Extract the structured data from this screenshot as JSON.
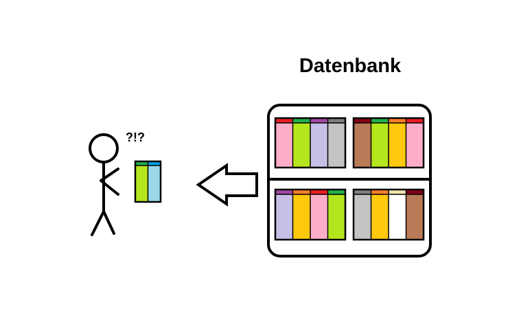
{
  "title": "Datenbank",
  "person": {
    "exclamation": "?!?"
  },
  "colors": {
    "outline": "#000000",
    "pink": "#ffaec9",
    "lime": "#b5e61d",
    "lavender": "#c8bfe7",
    "gray": "#c3c3c3",
    "brown": "#b97a57",
    "gold": "#ffc90e",
    "white": "#ffffff",
    "light_blue": "#99d9ea",
    "header_red": "#ed1c24",
    "header_green": "#22b14c",
    "header_purple": "#a349a4",
    "header_gray": "#7f7f7f",
    "header_maroon": "#880015",
    "header_orange": "#ff7f27",
    "header_cream": "#efe4b0",
    "header_blue": "#00a2e8"
  },
  "extracted_table": {
    "columns": [
      {
        "header": "header_green",
        "body": "lime"
      },
      {
        "header": "header_blue",
        "body": "light_blue"
      }
    ]
  },
  "database": {
    "tables": [
      {
        "name": "table-top-left",
        "columns": [
          {
            "header": "header_red",
            "body": "pink"
          },
          {
            "header": "header_green",
            "body": "lime"
          },
          {
            "header": "header_purple",
            "body": "lavender"
          },
          {
            "header": "header_gray",
            "body": "gray"
          }
        ]
      },
      {
        "name": "table-top-right",
        "columns": [
          {
            "header": "header_maroon",
            "body": "brown"
          },
          {
            "header": "header_green",
            "body": "lime"
          },
          {
            "header": "header_orange",
            "body": "gold"
          },
          {
            "header": "header_red",
            "body": "pink"
          }
        ]
      },
      {
        "name": "table-bottom-left",
        "columns": [
          {
            "header": "header_purple",
            "body": "lavender"
          },
          {
            "header": "header_orange",
            "body": "gold"
          },
          {
            "header": "header_red",
            "body": "pink"
          },
          {
            "header": "header_green",
            "body": "lime"
          }
        ]
      },
      {
        "name": "table-bottom-right",
        "columns": [
          {
            "header": "header_gray",
            "body": "gray"
          },
          {
            "header": "header_orange",
            "body": "gold"
          },
          {
            "header": "header_cream",
            "body": "white"
          },
          {
            "header": "header_maroon",
            "body": "brown"
          }
        ]
      }
    ]
  }
}
